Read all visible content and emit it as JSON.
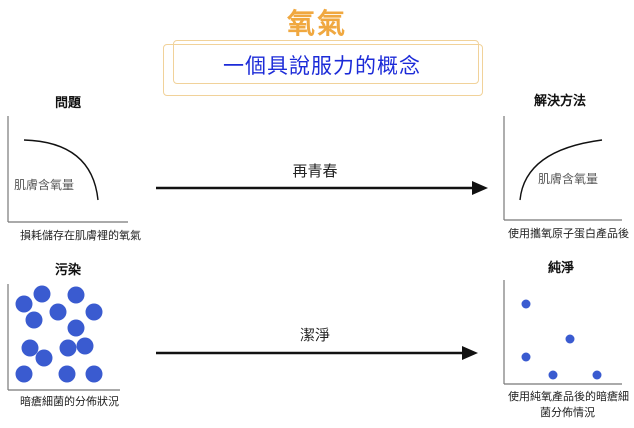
{
  "title": "氧氣",
  "subtitle": "一個具說服力的概念",
  "panels": {
    "problem": {
      "heading": "問題",
      "curve_label": "肌膚含氧量",
      "caption": "損耗儲存在肌膚裡的氧氣"
    },
    "solution": {
      "heading": "解決方法",
      "curve_label": "肌膚含氧量",
      "caption": "使用攜氧原子蛋白產品後"
    },
    "pollution": {
      "heading": "污染",
      "caption": "暗瘡細菌的分佈狀況"
    },
    "clean": {
      "heading": "純淨",
      "caption_line1": "使用純氧產品後的暗瘡細",
      "caption_line2": "菌分佈情況"
    }
  },
  "arrows": {
    "top_label": "再青春",
    "bottom_label": "潔淨"
  },
  "colors": {
    "title": "#f0a840",
    "subtitle": "#1c2bd8",
    "dot": "#3a5bd0"
  }
}
